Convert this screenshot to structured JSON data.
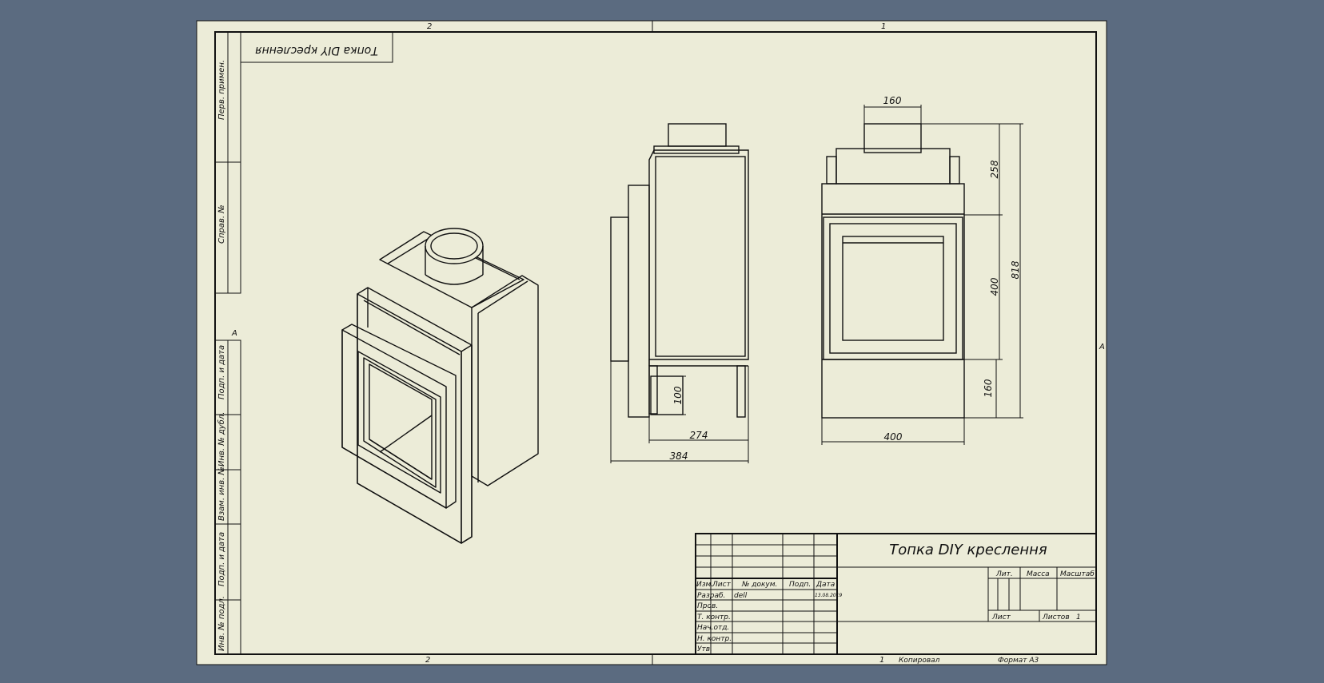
{
  "sheet": {
    "background": "#5b6b80",
    "paper": "#ececd8",
    "line": "#111111",
    "zone_top": [
      "2",
      "1"
    ],
    "zone_bottom": [
      "2",
      "1"
    ],
    "zone_side_left": "A",
    "zone_side_right": "A"
  },
  "stamp_top_mirrored": "Топка DIY креслення",
  "side_columns": [
    "Перв. примен.",
    "Справ. №",
    "Подп. и дата",
    "Инв. № дубл.",
    "Взам. инв. №",
    "Подп. и дата",
    "Инв. № подл."
  ],
  "title_block": {
    "title": "Топка DIY креслення",
    "headers": [
      "Изм.",
      "Лист",
      "№ докум.",
      "Подп.",
      "Дата"
    ],
    "rows": [
      "Разраб.",
      "Пров.",
      "Т. контр.",
      "Нач.отд.",
      "Н. контр.",
      "Утв."
    ],
    "developer": "dell",
    "date": "13.08.2019",
    "lit_label": "Лит.",
    "mass_label": "Масса",
    "scale_label": "Масштаб",
    "sheet_label": "Лист",
    "sheets_label": "Листов",
    "sheets_count": "1",
    "copied_label": "Копировал",
    "format_label": "Формат А3",
    "copied_num": "1"
  },
  "dimensions": {
    "top_width": "160",
    "upper_height": "258",
    "total_height": "818",
    "door_height": "400",
    "base_height": "160",
    "front_width": "400",
    "side_inner": "274",
    "side_total": "384",
    "leg_height": "100"
  }
}
